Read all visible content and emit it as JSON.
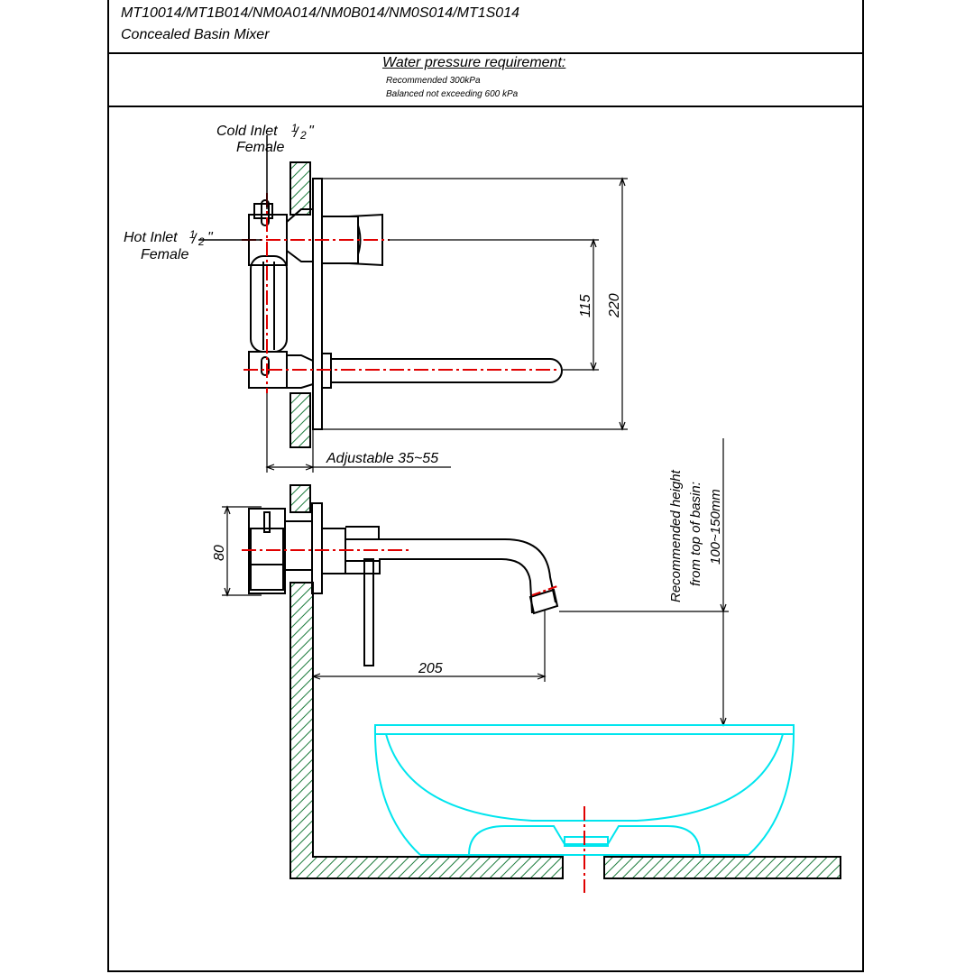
{
  "title": {
    "models": "MT10014/MT1B014/NM0A014/NM0B014/NM0S014/MT1S014",
    "product": "Concealed Basin Mixer"
  },
  "requirements": {
    "heading": "Water pressure requirement:",
    "recommended": "Recommended 300kPa",
    "balanced": "Balanced not exceeding 600 kPa"
  },
  "labels": {
    "cold_inlet_1": "Cold Inlet",
    "cold_inlet_2": "Female",
    "hot_inlet_1": "Hot Inlet",
    "hot_inlet_2": "Female",
    "half_num": "1",
    "half_den": "2",
    "inch": "\"",
    "adjustable": "Adjustable 35~55",
    "rec_height_1": "Recommended height",
    "rec_height_2": "from top of basin:",
    "rec_height_3": "100~150mm"
  },
  "dimensions": {
    "d115": "115",
    "d220": "220",
    "d80": "80",
    "d205": "205"
  },
  "colors": {
    "line": "#000000",
    "centerline": "#e00000",
    "hatch": "#1a7a3a",
    "basin": "#00e5ee"
  }
}
